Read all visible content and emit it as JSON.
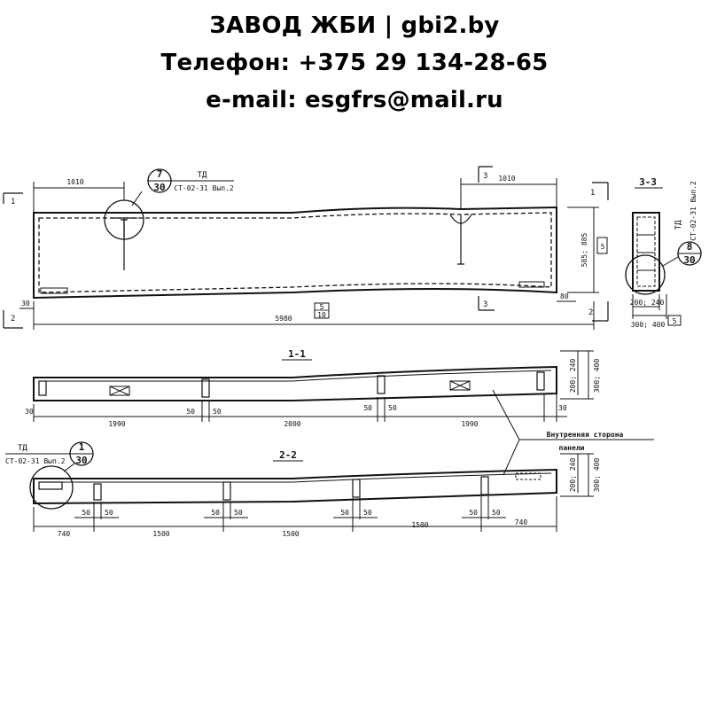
{
  "header": {
    "line1": "ЗАВОД ЖБИ | gbi2.by",
    "line2": "Телефон: +375 29 134-28-65",
    "line3": "e-mail: esgfrs@mail.ru"
  },
  "plan": {
    "dim_left": "1010",
    "dim_right": "1010",
    "dim_total": "5980",
    "dim_height": "585; 885",
    "dim_30": "30",
    "dim_80": "80",
    "callout_top": "7",
    "callout_bottom": "30",
    "callout_label": "ТД",
    "callout_ref": "СТ-02-31 Вып.2",
    "section1_a": "1",
    "section1_b": "1",
    "section2_a": "2",
    "section2_b": "2",
    "section3_a": "3",
    "section3_b": "3",
    "mark_bottom_top": "5",
    "mark_bottom_bottom": "10",
    "mark_side": "5"
  },
  "section33": {
    "title": "3-3",
    "callout_label": "ТД",
    "callout_ref": "СТ-02-31 Вып.2",
    "callout_top": "8",
    "callout_bottom": "30",
    "dim_a": "200; 240",
    "dim_b": "300; 400",
    "mark": "5"
  },
  "section11": {
    "title": "1-1",
    "d30a": "30",
    "d1990a": "1990",
    "d50a": "50",
    "d50b": "50",
    "d2000": "2000",
    "d50c": "50",
    "d50d": "50",
    "d1990b": "1990",
    "d30b": "30",
    "height_a": "200; 240",
    "height_b": "300; 400"
  },
  "note": {
    "line1": "Внутренняя сторона",
    "line2": "панели"
  },
  "section22": {
    "title": "2-2",
    "callout_label": "ТД",
    "callout_ref": "СТ-02-31 Вып.2",
    "callout_top": "1",
    "callout_bottom": "30",
    "d740a": "740",
    "d1500a": "1500",
    "d1500b": "1500",
    "d1500c": "1500",
    "d740b": "740",
    "d50": [
      "50",
      "50",
      "50",
      "50",
      "50",
      "50",
      "50",
      "50"
    ],
    "height_a": "200; 240",
    "height_b": "300; 400"
  }
}
